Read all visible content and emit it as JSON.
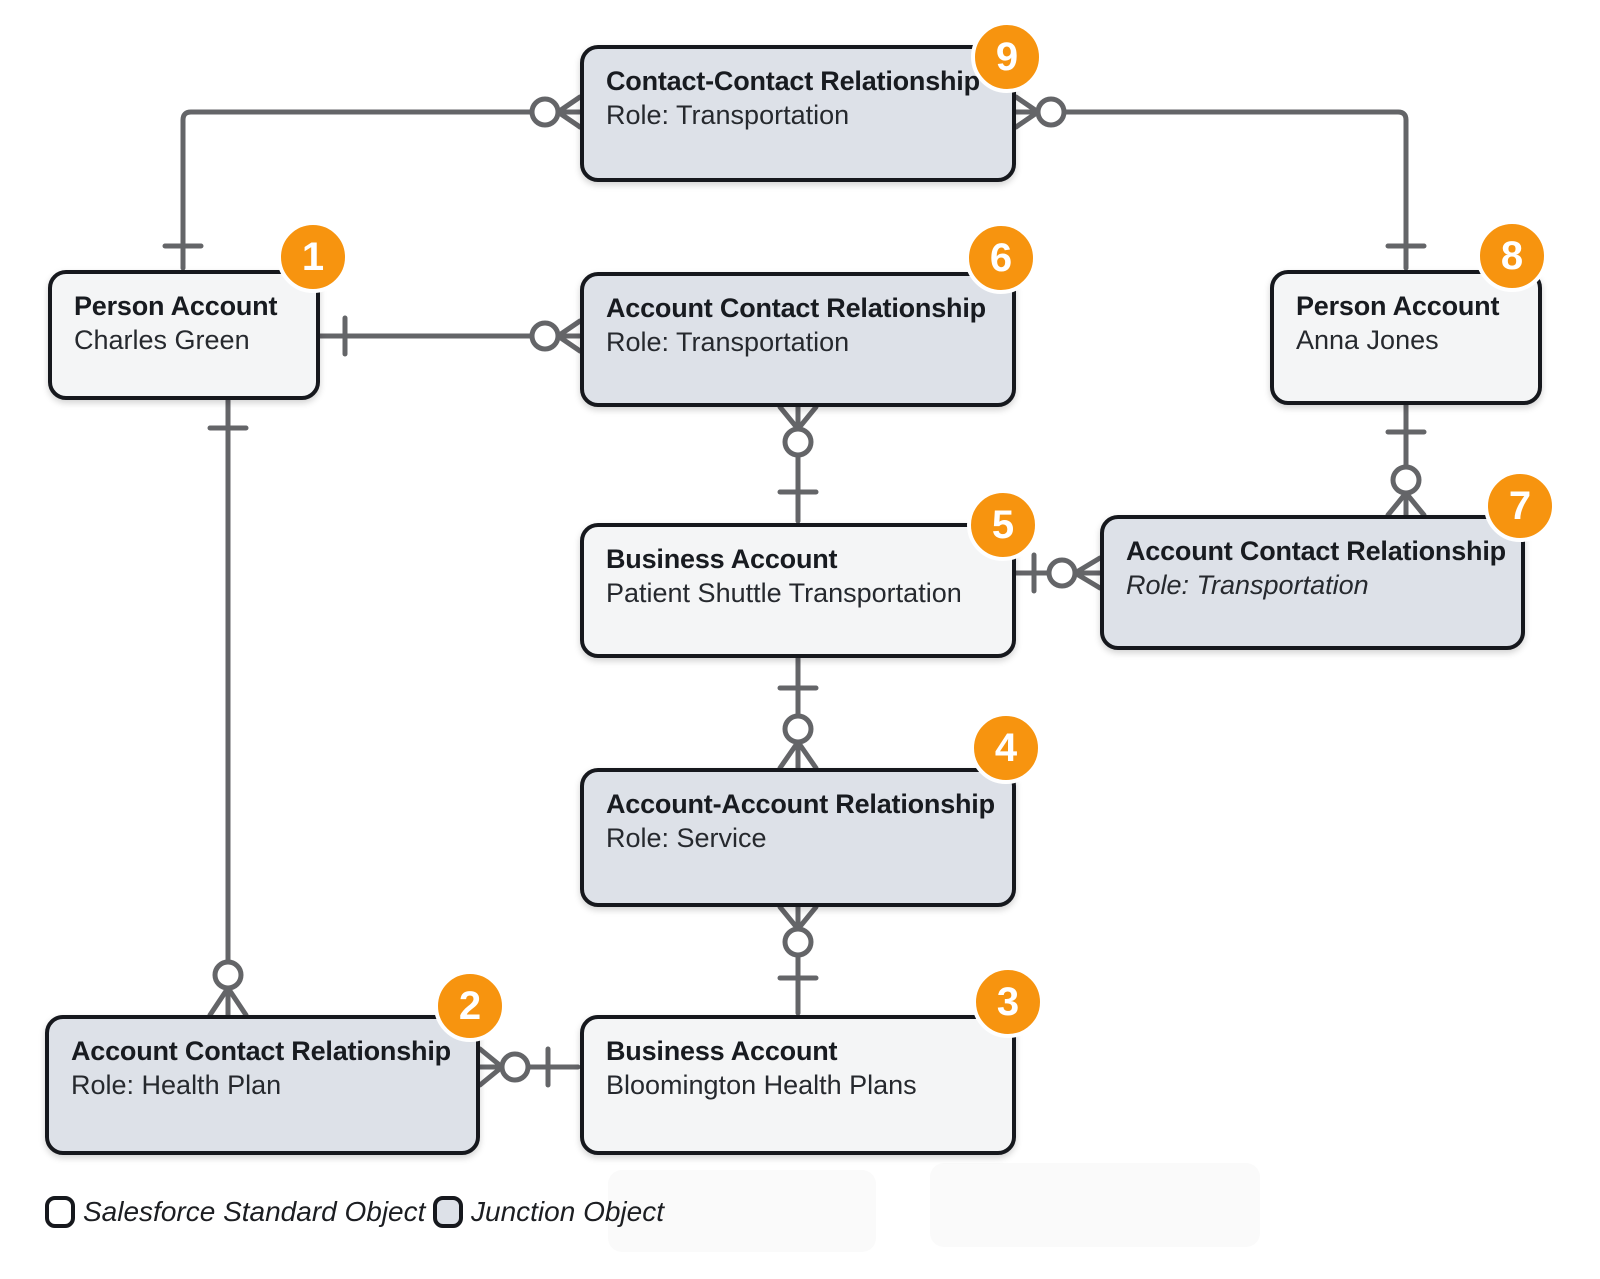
{
  "diagram": {
    "colors": {
      "background": "#ffffff",
      "standard_fill": "#f4f5f6",
      "junction_fill": "#dde1e8",
      "box_border": "#16181d",
      "connector": "#646568",
      "badge_fill": "#f7940f",
      "badge_text": "#ffffff"
    },
    "boxes": [
      {
        "number": "1",
        "type": "standard",
        "title": "Person Account",
        "subtitle": "Charles Green"
      },
      {
        "number": "2",
        "type": "junction",
        "title": "Account Contact Relationship",
        "subtitle": "Role: Health Plan"
      },
      {
        "number": "3",
        "type": "standard",
        "title": "Business Account",
        "subtitle": "Bloomington Health Plans"
      },
      {
        "number": "4",
        "type": "junction",
        "title": "Account-Account Relationship",
        "subtitle": "Role: Service"
      },
      {
        "number": "5",
        "type": "standard",
        "title": "Business Account",
        "subtitle": "Patient Shuttle Transportation"
      },
      {
        "number": "6",
        "type": "junction",
        "title": "Account Contact Relationship",
        "subtitle": "Role: Transportation"
      },
      {
        "number": "7",
        "type": "junction",
        "title": "Account Contact Relationship",
        "subtitle": "Role: Transportation"
      },
      {
        "number": "8",
        "type": "standard",
        "title": "Person Account",
        "subtitle": "Anna Jones"
      },
      {
        "number": "9",
        "type": "junction",
        "title": "Contact-Contact Relationship",
        "subtitle": "Role: Transportation"
      }
    ],
    "legend": {
      "standard_label": "Salesforce Standard Object",
      "junction_label": "Junction Object"
    }
  }
}
